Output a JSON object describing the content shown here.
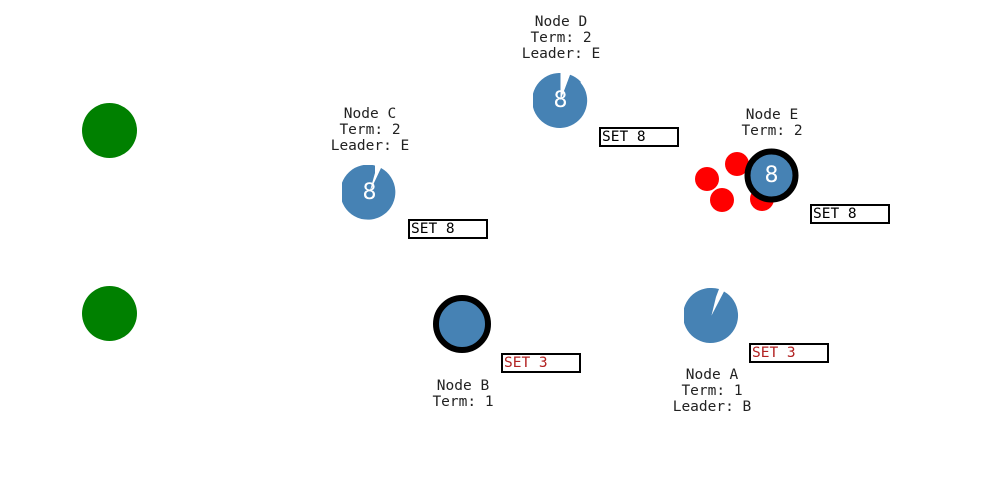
{
  "colors": {
    "client": "#008000",
    "node": "#4682B4",
    "leader_ring": "#000000",
    "message": "#FF0000",
    "log_committed": "#000000",
    "log_uncommitted": "#B22222"
  },
  "nodes": {
    "a": {
      "name": "Node A",
      "term": "Term: 1",
      "leader": "Leader: B",
      "value": "",
      "log": "SET 3",
      "is_leader": false,
      "log_committed": false
    },
    "b": {
      "name": "Node B",
      "term": "Term: 1",
      "leader": "",
      "value": "",
      "log": "SET 3",
      "is_leader": true,
      "log_committed": false
    },
    "c": {
      "name": "Node C",
      "term": "Term: 2",
      "leader": "Leader: E",
      "value": "8",
      "log": "SET 8",
      "is_leader": false,
      "log_committed": true
    },
    "d": {
      "name": "Node D",
      "term": "Term: 2",
      "leader": "Leader: E",
      "value": "8",
      "log": "SET 8",
      "is_leader": false,
      "log_committed": true
    },
    "e": {
      "name": "Node E",
      "term": "Term: 2",
      "leader": "",
      "value": "8",
      "log": "SET 8",
      "is_leader": true,
      "log_committed": true
    }
  },
  "clients": [
    {
      "icon": "client-circle"
    },
    {
      "icon": "client-circle"
    }
  ],
  "messages_in_flight": 4
}
